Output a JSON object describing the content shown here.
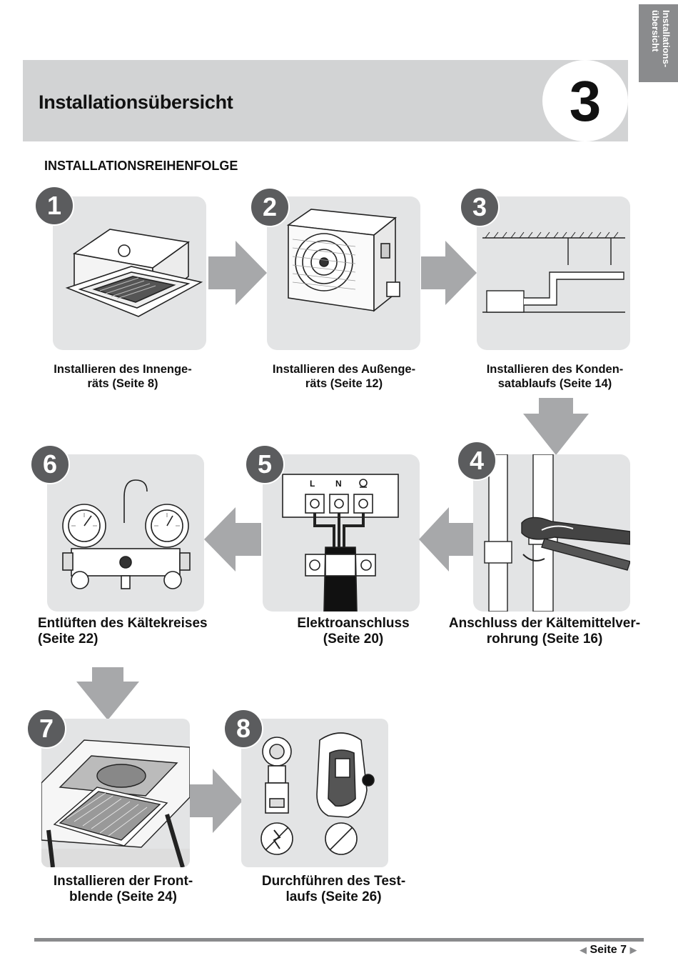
{
  "side_tab": {
    "line1": "Installations-",
    "line2": "übersicht"
  },
  "header": {
    "title": "Installationsübersicht",
    "chapter": "3"
  },
  "section_title": "INSTALLATIONSREIHENFOLGE",
  "steps": [
    {
      "number": "1",
      "lines": [
        "Installieren des Innenge-",
        "räts (Seite 8)"
      ],
      "icon": "cassette-indoor-unit-icon"
    },
    {
      "number": "2",
      "lines": [
        "Installieren des Außenge-",
        "räts (Seite 12)"
      ],
      "icon": "outdoor-unit-icon"
    },
    {
      "number": "3",
      "lines": [
        "Installieren des Konden-",
        "satablaufs (Seite 14)"
      ],
      "icon": "drain-pipe-icon"
    },
    {
      "number": "4",
      "lines": [
        "Anschluss der Kältemittelver-",
        "rohrung (Seite 16)"
      ],
      "icon": "pipe-wrench-icon"
    },
    {
      "number": "5",
      "lines": [
        "Elektroanschluss",
        "(Seite 20)"
      ],
      "icon": "terminal-block-icon"
    },
    {
      "number": "6",
      "lines": [
        "Entlüften des Kältekreises",
        "(Seite 22)"
      ],
      "icon": "manifold-gauge-icon"
    },
    {
      "number": "7",
      "lines": [
        "Installieren der Front-",
        "blende (Seite 24)"
      ],
      "icon": "front-panel-icon"
    },
    {
      "number": "8",
      "lines": [
        "Durchführen des Test-",
        "laufs (Seite 26)"
      ],
      "icon": "test-meters-icon"
    }
  ],
  "terminal_labels": {
    "l": "L",
    "n": "N"
  },
  "footer": {
    "page_label": "Seite 7",
    "prev_glyph": "◀",
    "next_glyph": "▶"
  },
  "colors": {
    "panel": "#e3e4e5",
    "badge": "#5b5c5e",
    "arrow": "#a7a8aa",
    "header_band": "#d2d3d4",
    "tab": "#8a8b8d"
  }
}
